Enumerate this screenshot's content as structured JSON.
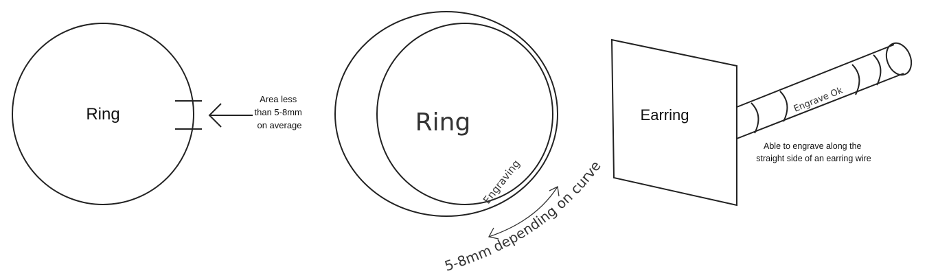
{
  "ring_simple": {
    "label": "Ring",
    "annotation_lines": [
      "Area less",
      "than 5-8mm",
      "on average"
    ]
  },
  "ring_inner": {
    "label": "Ring",
    "engraving_label": "Engraving",
    "curve_note": "5-8mm depending on curve"
  },
  "earring": {
    "label": "Earring",
    "wire_label": "Engrave Ok",
    "note_lines": [
      "Able to engrave along the",
      "straight side of an earring wire"
    ]
  }
}
